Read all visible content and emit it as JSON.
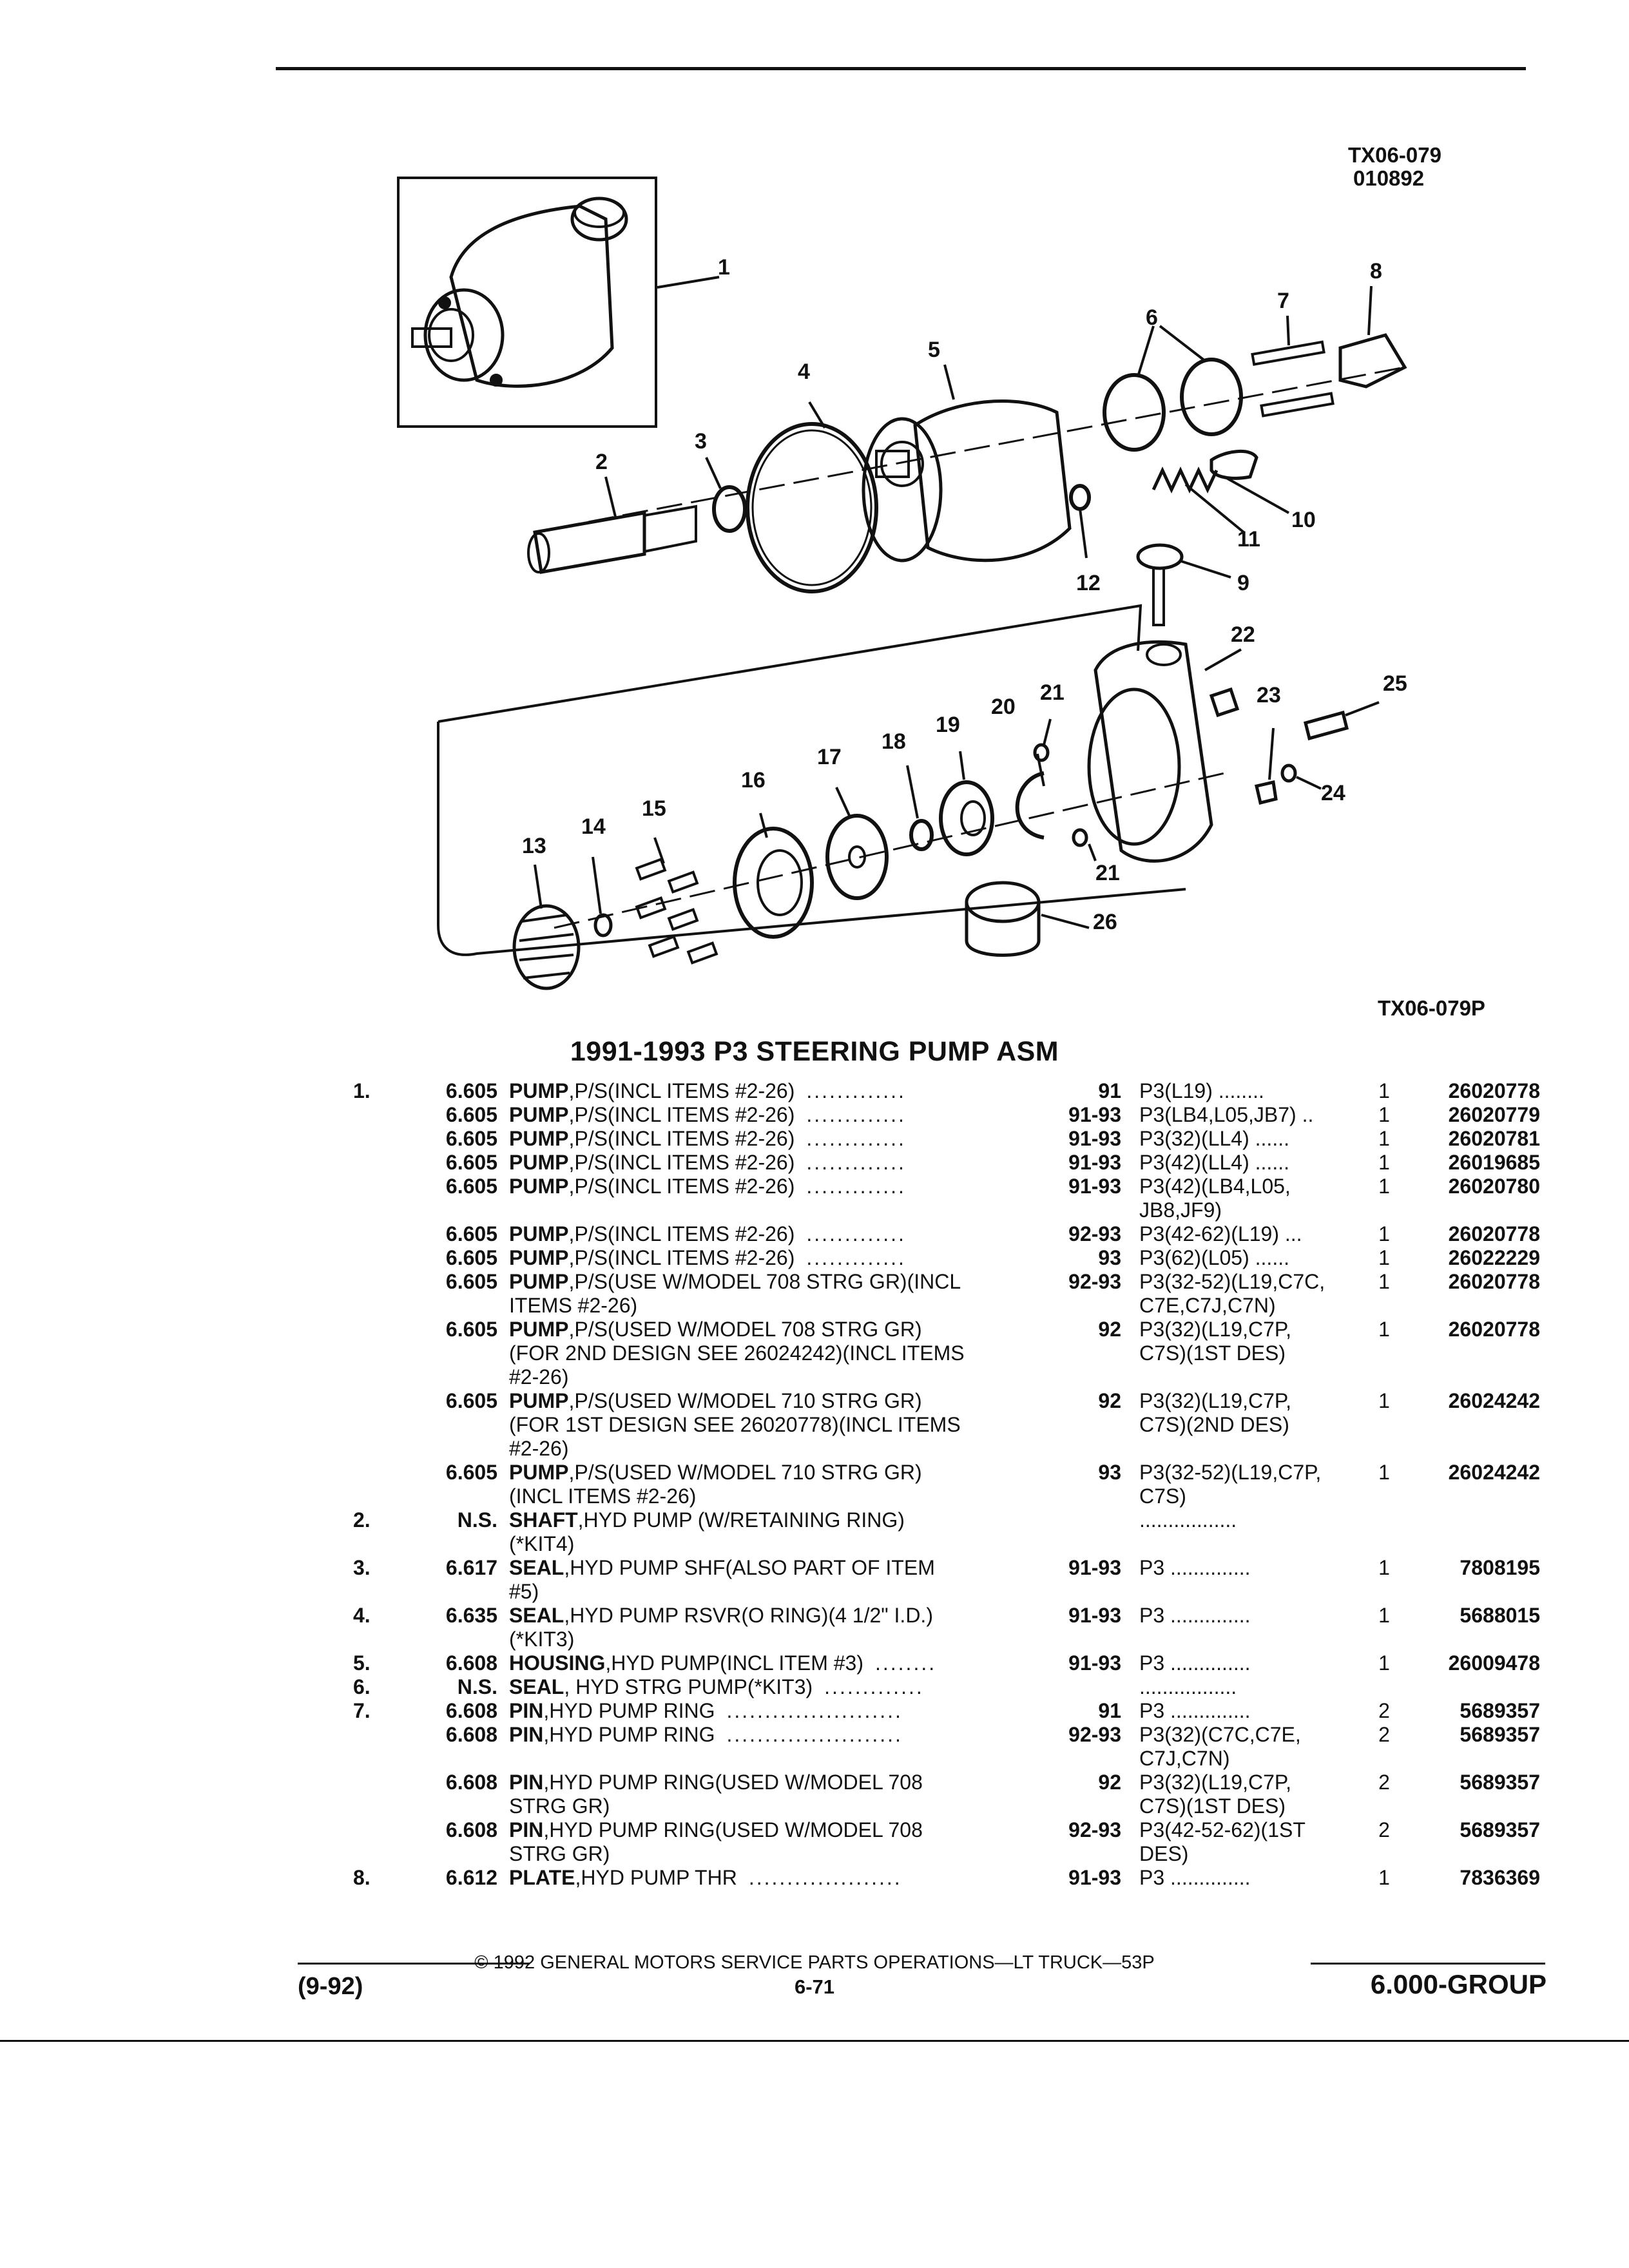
{
  "illustration": {
    "code_top": "TX06-079",
    "date_code": "010892",
    "code_bottom": "TX06-079P",
    "callouts": [
      "1",
      "2",
      "3",
      "4",
      "5",
      "6",
      "7",
      "8",
      "9",
      "10",
      "11",
      "12",
      "13",
      "14",
      "15",
      "16",
      "17",
      "18",
      "19",
      "20",
      "21",
      "21",
      "22",
      "23",
      "24",
      "25",
      "26"
    ]
  },
  "section_title": "1991-1993 P3 STEERING PUMP ASM",
  "rows": [
    {
      "item": "1.",
      "group": "6.605",
      "name": "PUMP",
      "desc": [
        ",P/S(INCL ITEMS #2-26)"
      ],
      "dots": ".............",
      "years": "91",
      "app": [
        "P3(L19) ........"
      ],
      "qty": "1",
      "part": "26020778"
    },
    {
      "item": "",
      "group": "6.605",
      "name": "PUMP",
      "desc": [
        ",P/S(INCL ITEMS #2-26)"
      ],
      "dots": ".............",
      "years": "91-93",
      "app": [
        "P3(LB4,L05,JB7) .."
      ],
      "qty": "1",
      "part": "26020779"
    },
    {
      "item": "",
      "group": "6.605",
      "name": "PUMP",
      "desc": [
        ",P/S(INCL ITEMS #2-26)"
      ],
      "dots": ".............",
      "years": "91-93",
      "app": [
        "P3(32)(LL4) ......"
      ],
      "qty": "1",
      "part": "26020781"
    },
    {
      "item": "",
      "group": "6.605",
      "name": "PUMP",
      "desc": [
        ",P/S(INCL ITEMS #2-26)"
      ],
      "dots": ".............",
      "years": "91-93",
      "app": [
        "P3(42)(LL4) ......"
      ],
      "qty": "1",
      "part": "26019685"
    },
    {
      "item": "",
      "group": "6.605",
      "name": "PUMP",
      "desc": [
        ",P/S(INCL ITEMS #2-26)"
      ],
      "dots": ".............",
      "years": "91-93",
      "app": [
        "P3(42)(LB4,L05,",
        "JB8,JF9)"
      ],
      "qty": "1",
      "part": "26020780"
    },
    {
      "item": "",
      "group": "6.605",
      "name": "PUMP",
      "desc": [
        ",P/S(INCL ITEMS #2-26)"
      ],
      "dots": ".............",
      "years": "92-93",
      "app": [
        "P3(42-62)(L19) ..."
      ],
      "qty": "1",
      "part": "26020778"
    },
    {
      "item": "",
      "group": "6.605",
      "name": "PUMP",
      "desc": [
        ",P/S(INCL ITEMS #2-26)"
      ],
      "dots": ".............",
      "years": "93",
      "app": [
        "P3(62)(L05) ......"
      ],
      "qty": "1",
      "part": "26022229"
    },
    {
      "item": "",
      "group": "6.605",
      "name": "PUMP",
      "desc": [
        ",P/S(USE W/MODEL 708 STRG GR)(INCL",
        "ITEMS #2-26)"
      ],
      "dots": "",
      "years": "92-93",
      "app": [
        "P3(32-52)(L19,C7C,",
        "C7E,C7J,C7N)"
      ],
      "qty": "1",
      "part": "26020778"
    },
    {
      "item": "",
      "group": "6.605",
      "name": "PUMP",
      "desc": [
        ",P/S(USED W/MODEL 708 STRG GR)",
        "(FOR 2ND DESIGN SEE 26024242)(INCL ITEMS",
        "#2-26)"
      ],
      "dots": "",
      "years": "92",
      "app": [
        "P3(32)(L19,C7P,",
        "C7S)(1ST DES)"
      ],
      "qty": "1",
      "part": "26020778"
    },
    {
      "item": "",
      "group": "6.605",
      "name": "PUMP",
      "desc": [
        ",P/S(USED W/MODEL 710 STRG GR)",
        "(FOR 1ST DESIGN SEE 26020778)(INCL ITEMS",
        "#2-26)"
      ],
      "dots": "",
      "years": "92",
      "app": [
        "P3(32)(L19,C7P,",
        "C7S)(2ND DES)"
      ],
      "qty": "1",
      "part": "26024242"
    },
    {
      "item": "",
      "group": "6.605",
      "name": "PUMP",
      "desc": [
        ",P/S(USED W/MODEL 710 STRG GR)",
        "(INCL ITEMS #2-26)"
      ],
      "dots": "",
      "years": "93",
      "app": [
        "P3(32-52)(L19,C7P,",
        "C7S)"
      ],
      "qty": "1",
      "part": "26024242"
    },
    {
      "item": "2.",
      "group": "N.S.",
      "name": "SHAFT",
      "desc": [
        ",HYD PUMP (W/RETAINING RING)",
        "(*KIT4)"
      ],
      "dots": "",
      "years": "",
      "app": [
        "................."
      ],
      "qty": "",
      "part": ""
    },
    {
      "item": "3.",
      "group": "6.617",
      "name": "SEAL",
      "desc": [
        ",HYD PUMP SHF(ALSO PART OF ITEM",
        "#5)"
      ],
      "dots": "",
      "years": "91-93",
      "app": [
        "P3 .............."
      ],
      "qty": "1",
      "part": "7808195"
    },
    {
      "item": "4.",
      "group": "6.635",
      "name": "SEAL",
      "desc": [
        ",HYD PUMP RSVR(O RING)(4 1/2\" I.D.)",
        "(*KIT3)"
      ],
      "dots": "",
      "years": "91-93",
      "app": [
        "P3 .............."
      ],
      "qty": "1",
      "part": "5688015"
    },
    {
      "item": "5.",
      "group": "6.608",
      "name": "HOUSING",
      "desc": [
        ",HYD PUMP(INCL ITEM #3)"
      ],
      "dots": "........",
      "years": "91-93",
      "app": [
        "P3 .............."
      ],
      "qty": "1",
      "part": "26009478"
    },
    {
      "item": "6.",
      "group": "N.S.",
      "name": "SEAL",
      "desc": [
        ", HYD STRG PUMP(*KIT3)"
      ],
      "dots": ".............",
      "years": "",
      "app": [
        "................."
      ],
      "qty": "",
      "part": ""
    },
    {
      "item": "7.",
      "group": "6.608",
      "name": "PIN",
      "desc": [
        ",HYD PUMP RING"
      ],
      "dots": ".......................",
      "years": "91",
      "app": [
        "P3 .............."
      ],
      "qty": "2",
      "part": "5689357"
    },
    {
      "item": "",
      "group": "6.608",
      "name": "PIN",
      "desc": [
        ",HYD PUMP RING"
      ],
      "dots": ".......................",
      "years": "92-93",
      "app": [
        "P3(32)(C7C,C7E,",
        "C7J,C7N)"
      ],
      "qty": "2",
      "part": "5689357"
    },
    {
      "item": "",
      "group": "6.608",
      "name": "PIN",
      "desc": [
        ",HYD PUMP RING(USED W/MODEL 708",
        "STRG GR)"
      ],
      "dots": "",
      "years": "92",
      "app": [
        "P3(32)(L19,C7P,",
        "C7S)(1ST DES)"
      ],
      "qty": "2",
      "part": "5689357"
    },
    {
      "item": "",
      "group": "6.608",
      "name": "PIN",
      "desc": [
        ",HYD PUMP RING(USED W/MODEL 708",
        "STRG GR)"
      ],
      "dots": "",
      "years": "92-93",
      "app": [
        "P3(42-52-62)(1ST",
        "DES)"
      ],
      "qty": "2",
      "part": "5689357"
    },
    {
      "item": "8.",
      "group": "6.612",
      "name": "PLATE",
      "desc": [
        ",HYD PUMP THR"
      ],
      "dots": "....................",
      "years": "91-93",
      "app": [
        "P3 .............."
      ],
      "qty": "1",
      "part": "7836369"
    }
  ],
  "footer": {
    "copyright": "© 1992 GENERAL MOTORS SERVICE PARTS OPERATIONS—LT TRUCK—53P",
    "date": "(9-92)",
    "page": "6-71",
    "group": "6.000-GROUP"
  }
}
